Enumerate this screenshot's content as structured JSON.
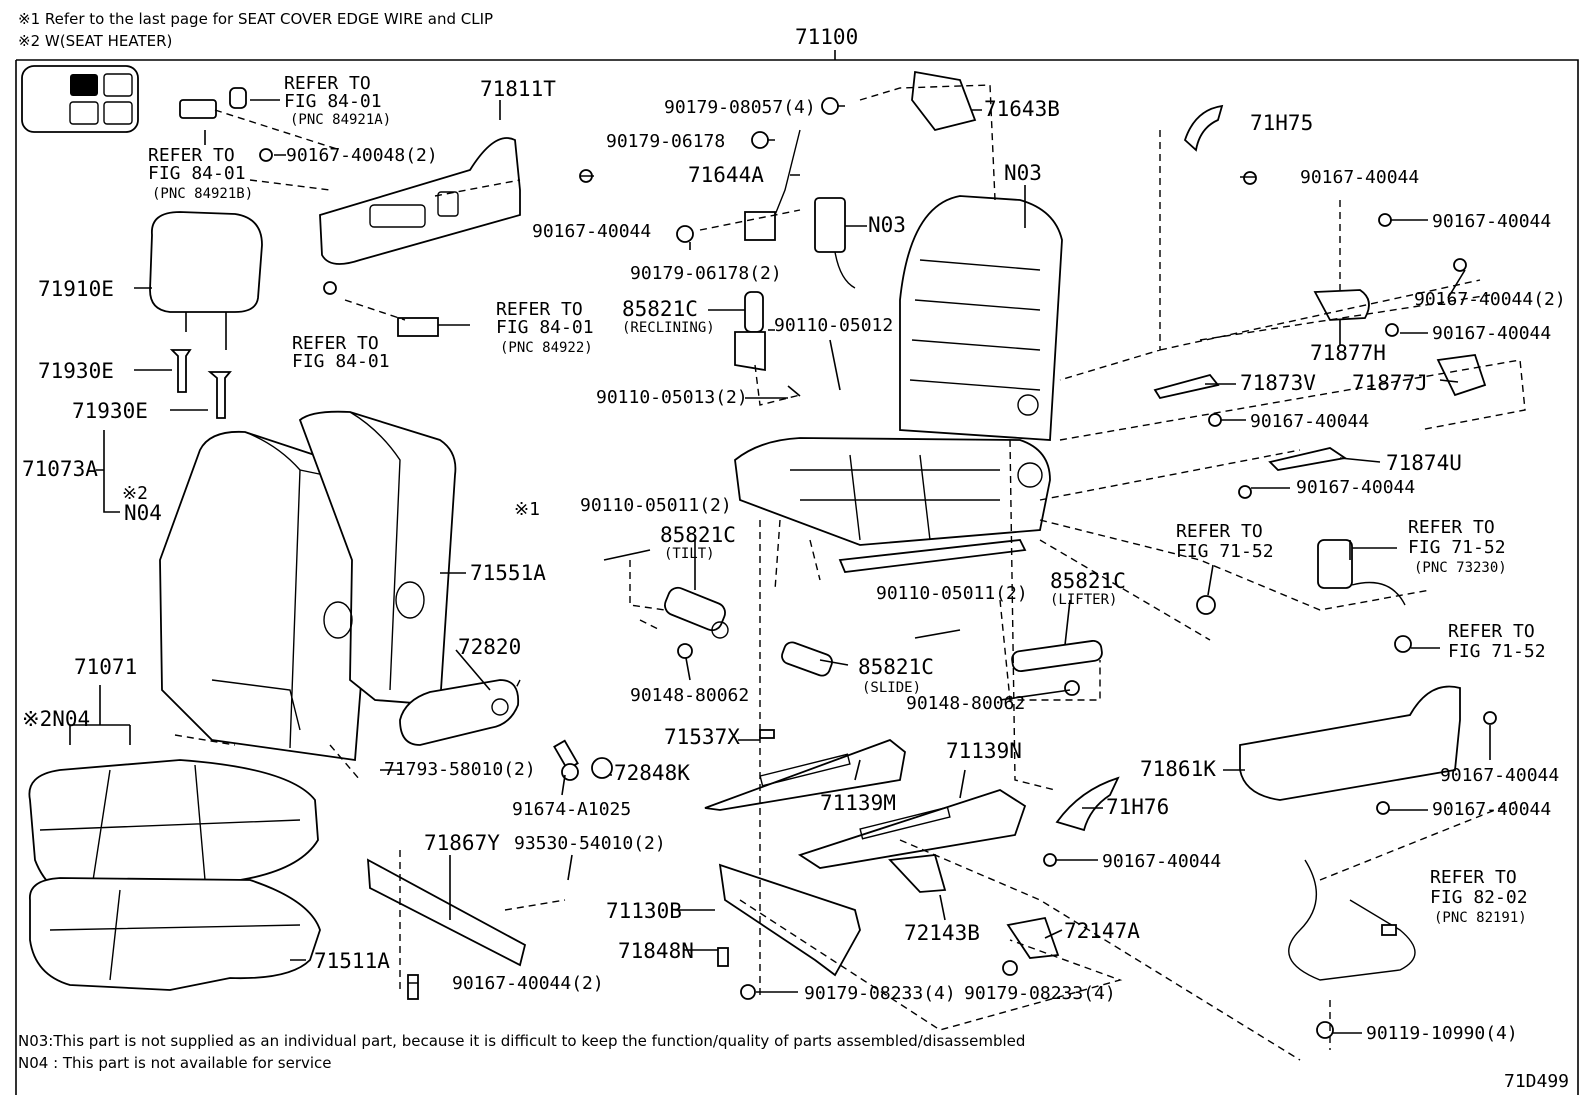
{
  "notes": {
    "note1": "※1 Refer to the last page for SEAT COVER EDGE WIRE and CLIP",
    "note2": "※2 W(SEAT HEATER)",
    "n03": "N03:This part is not supplied as an individual part, because it is difficult to keep the function/quality of parts assembled/disassembled",
    "n04": "N04 : This part is not available for service"
  },
  "figure_code": "71D499",
  "callouts": {
    "assembly": "71100",
    "c71811T": "71811T",
    "c71910E": "71910E",
    "c71930E_a": "71930E",
    "c71930E_b": "71930E",
    "c71073A": "71073A",
    "c71551A": "71551A",
    "c72820": "72820",
    "c71071": "71071",
    "c71511A": "71511A",
    "c71867Y": "71867Y",
    "c93530": "93530-54010(2)",
    "c72848K": "72848K",
    "c91674": "91674-A1025",
    "c71793": "71793-58010(2)",
    "c90167_40044_2_bot": "90167-40044(2)",
    "c90167_40048": "90167-40048(2)",
    "c90167_40044_tr": "90167-40044",
    "c90179_08057": "90179-08057(4)",
    "c90179_06178": "90179-06178",
    "c71644A": "71644A",
    "c90179_06178_2": "90179-06178(2)",
    "c71643B": "71643B",
    "cN03_a": "N03",
    "cN03_b": "N03",
    "c85821C_rec": "85821C",
    "c90110_05012": "90110-05012",
    "c90110_05013": "90110-05013(2)",
    "c90110_05011_a": "90110-05011(2)",
    "c85821C_tilt": "85821C",
    "c90148_80062_a": "90148-80062",
    "c90110_05011_b": "90110-05011(2)",
    "c85821C_lift": "85821C",
    "c85821C_slide": "85821C",
    "c90148_80062_b": "90148-80062",
    "c71537X": "71537X",
    "c71139M": "71139M",
    "c71139N": "71139N",
    "c71130B": "71130B",
    "c71848N": "71848N",
    "c90179_08233_a": "90179-08233(4)",
    "c90179_08233_b": "90179-08233(4)",
    "c72143B": "72143B",
    "c72147A": "72147A",
    "c71H76": "71H76",
    "c90167_40044_h76": "90167-40044",
    "c71H75": "71H75",
    "c90167_40044_r1": "90167-40044",
    "c90167_40044_r2": "90167-40044",
    "c90167_40044_r3": "90167-40044(2)",
    "c90167_40044_r4": "90167-40044",
    "c71877H": "71877H",
    "c71877J": "71877J",
    "c71873V": "71873V",
    "c90167_40044_r5": "90167-40044",
    "c71874U": "71874U",
    "c90167_40044_r6": "90167-40044",
    "c71861K": "71861K",
    "c90167_40044_r7": "90167-40044",
    "c90167_40044_r8": "90167-40044",
    "c90119_10990": "90119-10990(4)",
    "x1": "※1",
    "x2_a": "※2",
    "n04_a": "N04",
    "x2n04_b": "※2N04"
  },
  "sublabels": {
    "reclining": "(RECLINING)",
    "tilt": "(TILT)",
    "lifter": "(LIFTER)",
    "slide": "(SLIDE)"
  },
  "refers": {
    "r1": [
      "REFER TO",
      "FIG 84-01",
      "(PNC 84921A)"
    ],
    "r2": [
      "REFER TO",
      "FIG 84-01",
      "(PNC 84921B)"
    ],
    "r3": [
      "REFER TO",
      "FIG 84-01"
    ],
    "r4": [
      "REFER TO",
      "FIG 84-01",
      "(PNC 84922)"
    ],
    "r5": [
      "REFER TO",
      "FIG 71-52"
    ],
    "r6": [
      "REFER TO",
      "FIG 71-52",
      "(PNC 73230)"
    ],
    "r7": [
      "REFER TO",
      "FIG 71-52"
    ],
    "r8": [
      "REFER TO",
      "FIG 82-02",
      "(PNC 82191)"
    ]
  }
}
